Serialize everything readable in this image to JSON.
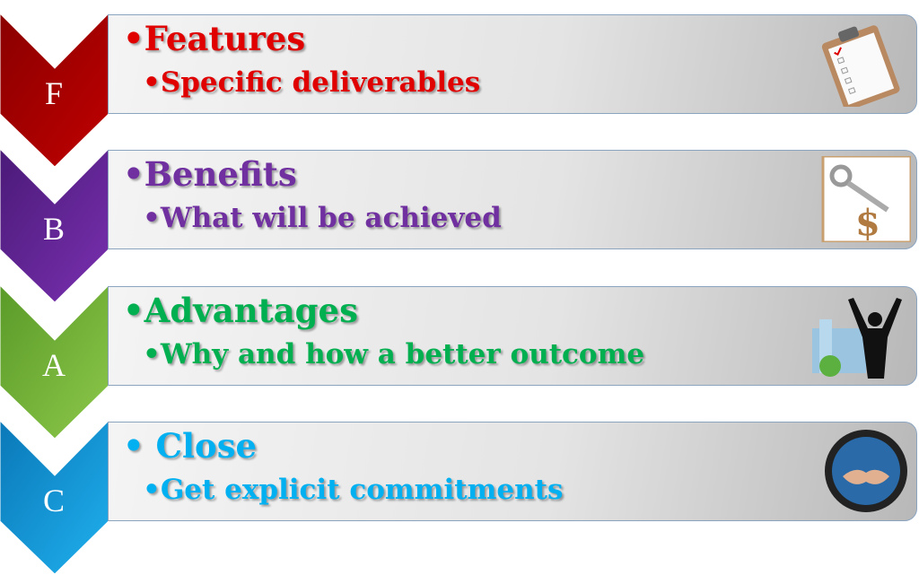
{
  "rows": [
    {
      "letter": "F",
      "title": "•Features",
      "sub": "•Specific deliverables",
      "color": "#e00000",
      "chev": [
        "#8a0000",
        "#c00000"
      ],
      "icon": "clipboard-icon"
    },
    {
      "letter": "B",
      "title": "•Benefits",
      "sub": "•What will be achieved",
      "color": "#7030a0",
      "chev": [
        "#4a1a78",
        "#7a30b0"
      ],
      "icon": "key-dollar-icon"
    },
    {
      "letter": "A",
      "title": "•Advantages",
      "sub": "•Why and how a better outcome",
      "color": "#00b050",
      "chev": [
        "#5a9a28",
        "#8cc84a"
      ],
      "icon": "success-silhouette-icon"
    },
    {
      "letter": "C",
      "title": "• Close",
      "sub": "•Get explicit commitments",
      "color": "#00b0f0",
      "chev": [
        "#0a78b8",
        "#20b0ee"
      ],
      "icon": "handshake-icon"
    }
  ]
}
